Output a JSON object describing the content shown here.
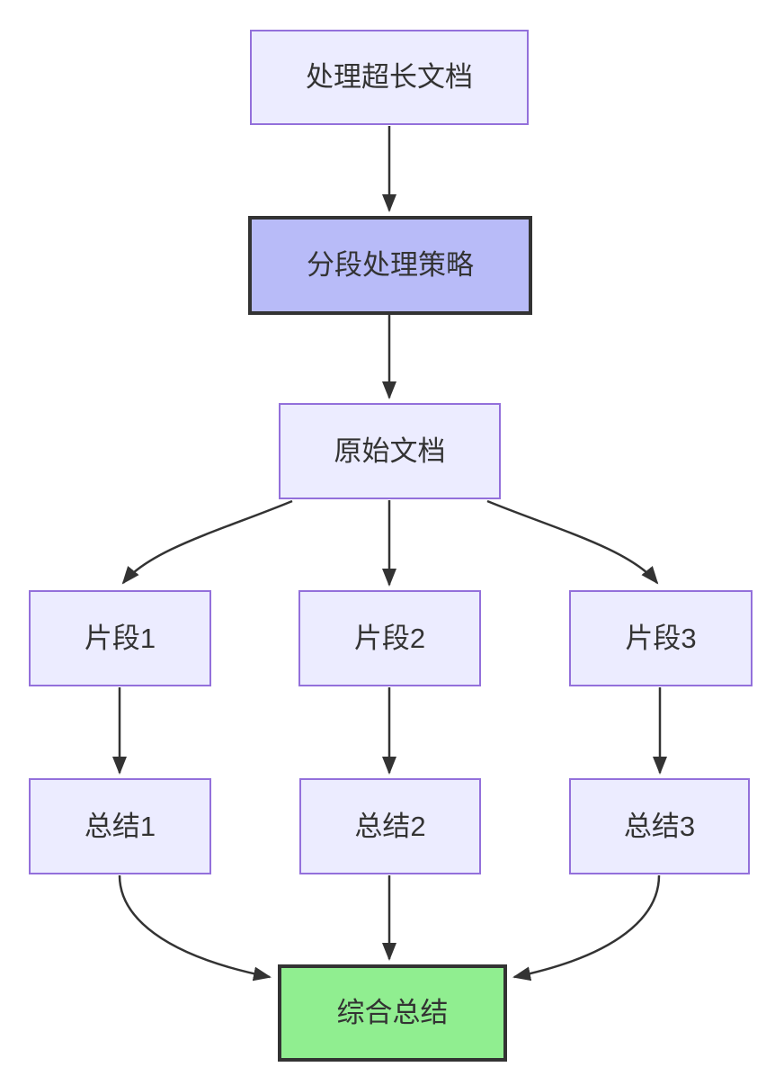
{
  "diagram": {
    "type": "flowchart",
    "direction": "top-down",
    "nodes": [
      {
        "id": "A",
        "label": "处理超长文档",
        "style": "default"
      },
      {
        "id": "B",
        "label": "分段处理策略",
        "style": "highlight"
      },
      {
        "id": "C",
        "label": "原始文档",
        "style": "default"
      },
      {
        "id": "D1",
        "label": "片段1",
        "style": "default"
      },
      {
        "id": "D2",
        "label": "片段2",
        "style": "default"
      },
      {
        "id": "D3",
        "label": "片段3",
        "style": "default"
      },
      {
        "id": "E1",
        "label": "总结1",
        "style": "default"
      },
      {
        "id": "E2",
        "label": "总结2",
        "style": "default"
      },
      {
        "id": "E3",
        "label": "总结3",
        "style": "default"
      },
      {
        "id": "F",
        "label": "综合总结",
        "style": "success"
      }
    ],
    "edges": [
      {
        "from": "A",
        "to": "B"
      },
      {
        "from": "B",
        "to": "C"
      },
      {
        "from": "C",
        "to": "D1"
      },
      {
        "from": "C",
        "to": "D2"
      },
      {
        "from": "C",
        "to": "D3"
      },
      {
        "from": "D1",
        "to": "E1"
      },
      {
        "from": "D2",
        "to": "E2"
      },
      {
        "from": "D3",
        "to": "E3"
      },
      {
        "from": "E1",
        "to": "F"
      },
      {
        "from": "E2",
        "to": "F"
      },
      {
        "from": "E3",
        "to": "F"
      }
    ],
    "colors": {
      "node_fill": "#ECECFF",
      "node_border": "#9370DB",
      "highlight_fill": "#b8bbf8",
      "highlight_border": "#333333",
      "success_fill": "#90EE90",
      "success_border": "#333333",
      "edge": "#333333",
      "text": "#333333",
      "background": "#ffffff"
    }
  }
}
